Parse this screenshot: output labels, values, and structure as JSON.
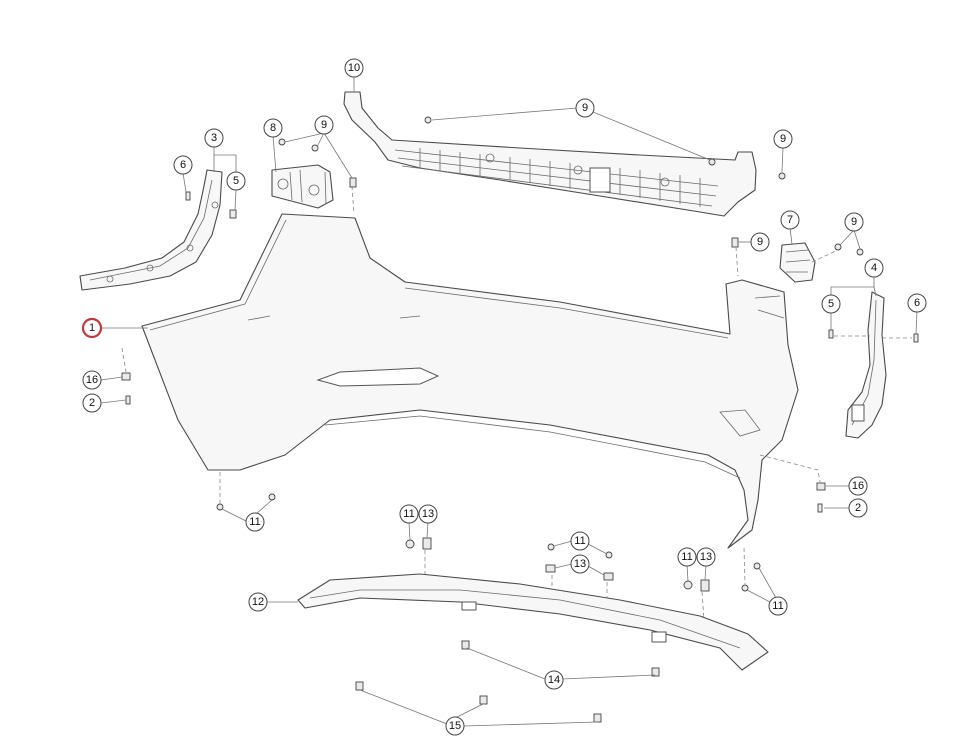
{
  "diagram": {
    "selected_callout": "1",
    "accent_color": "#c8363d",
    "callouts": {
      "c1": "1",
      "c2a": "2",
      "c2b": "2",
      "c3": "3",
      "c4": "4",
      "c5a": "5",
      "c5b": "5",
      "c6a": "6",
      "c6b": "6",
      "c7": "7",
      "c8": "8",
      "c9a": "9",
      "c9b": "9",
      "c9c": "9",
      "c9d": "9",
      "c9e": "9",
      "c10": "10",
      "c11a": "11",
      "c11b": "11",
      "c11c": "11",
      "c11d": "11",
      "c11e": "11",
      "c12": "12",
      "c13a": "13",
      "c13b": "13",
      "c13c": "13",
      "c14": "14",
      "c15": "15",
      "c16a": "16",
      "c16b": "16"
    }
  }
}
